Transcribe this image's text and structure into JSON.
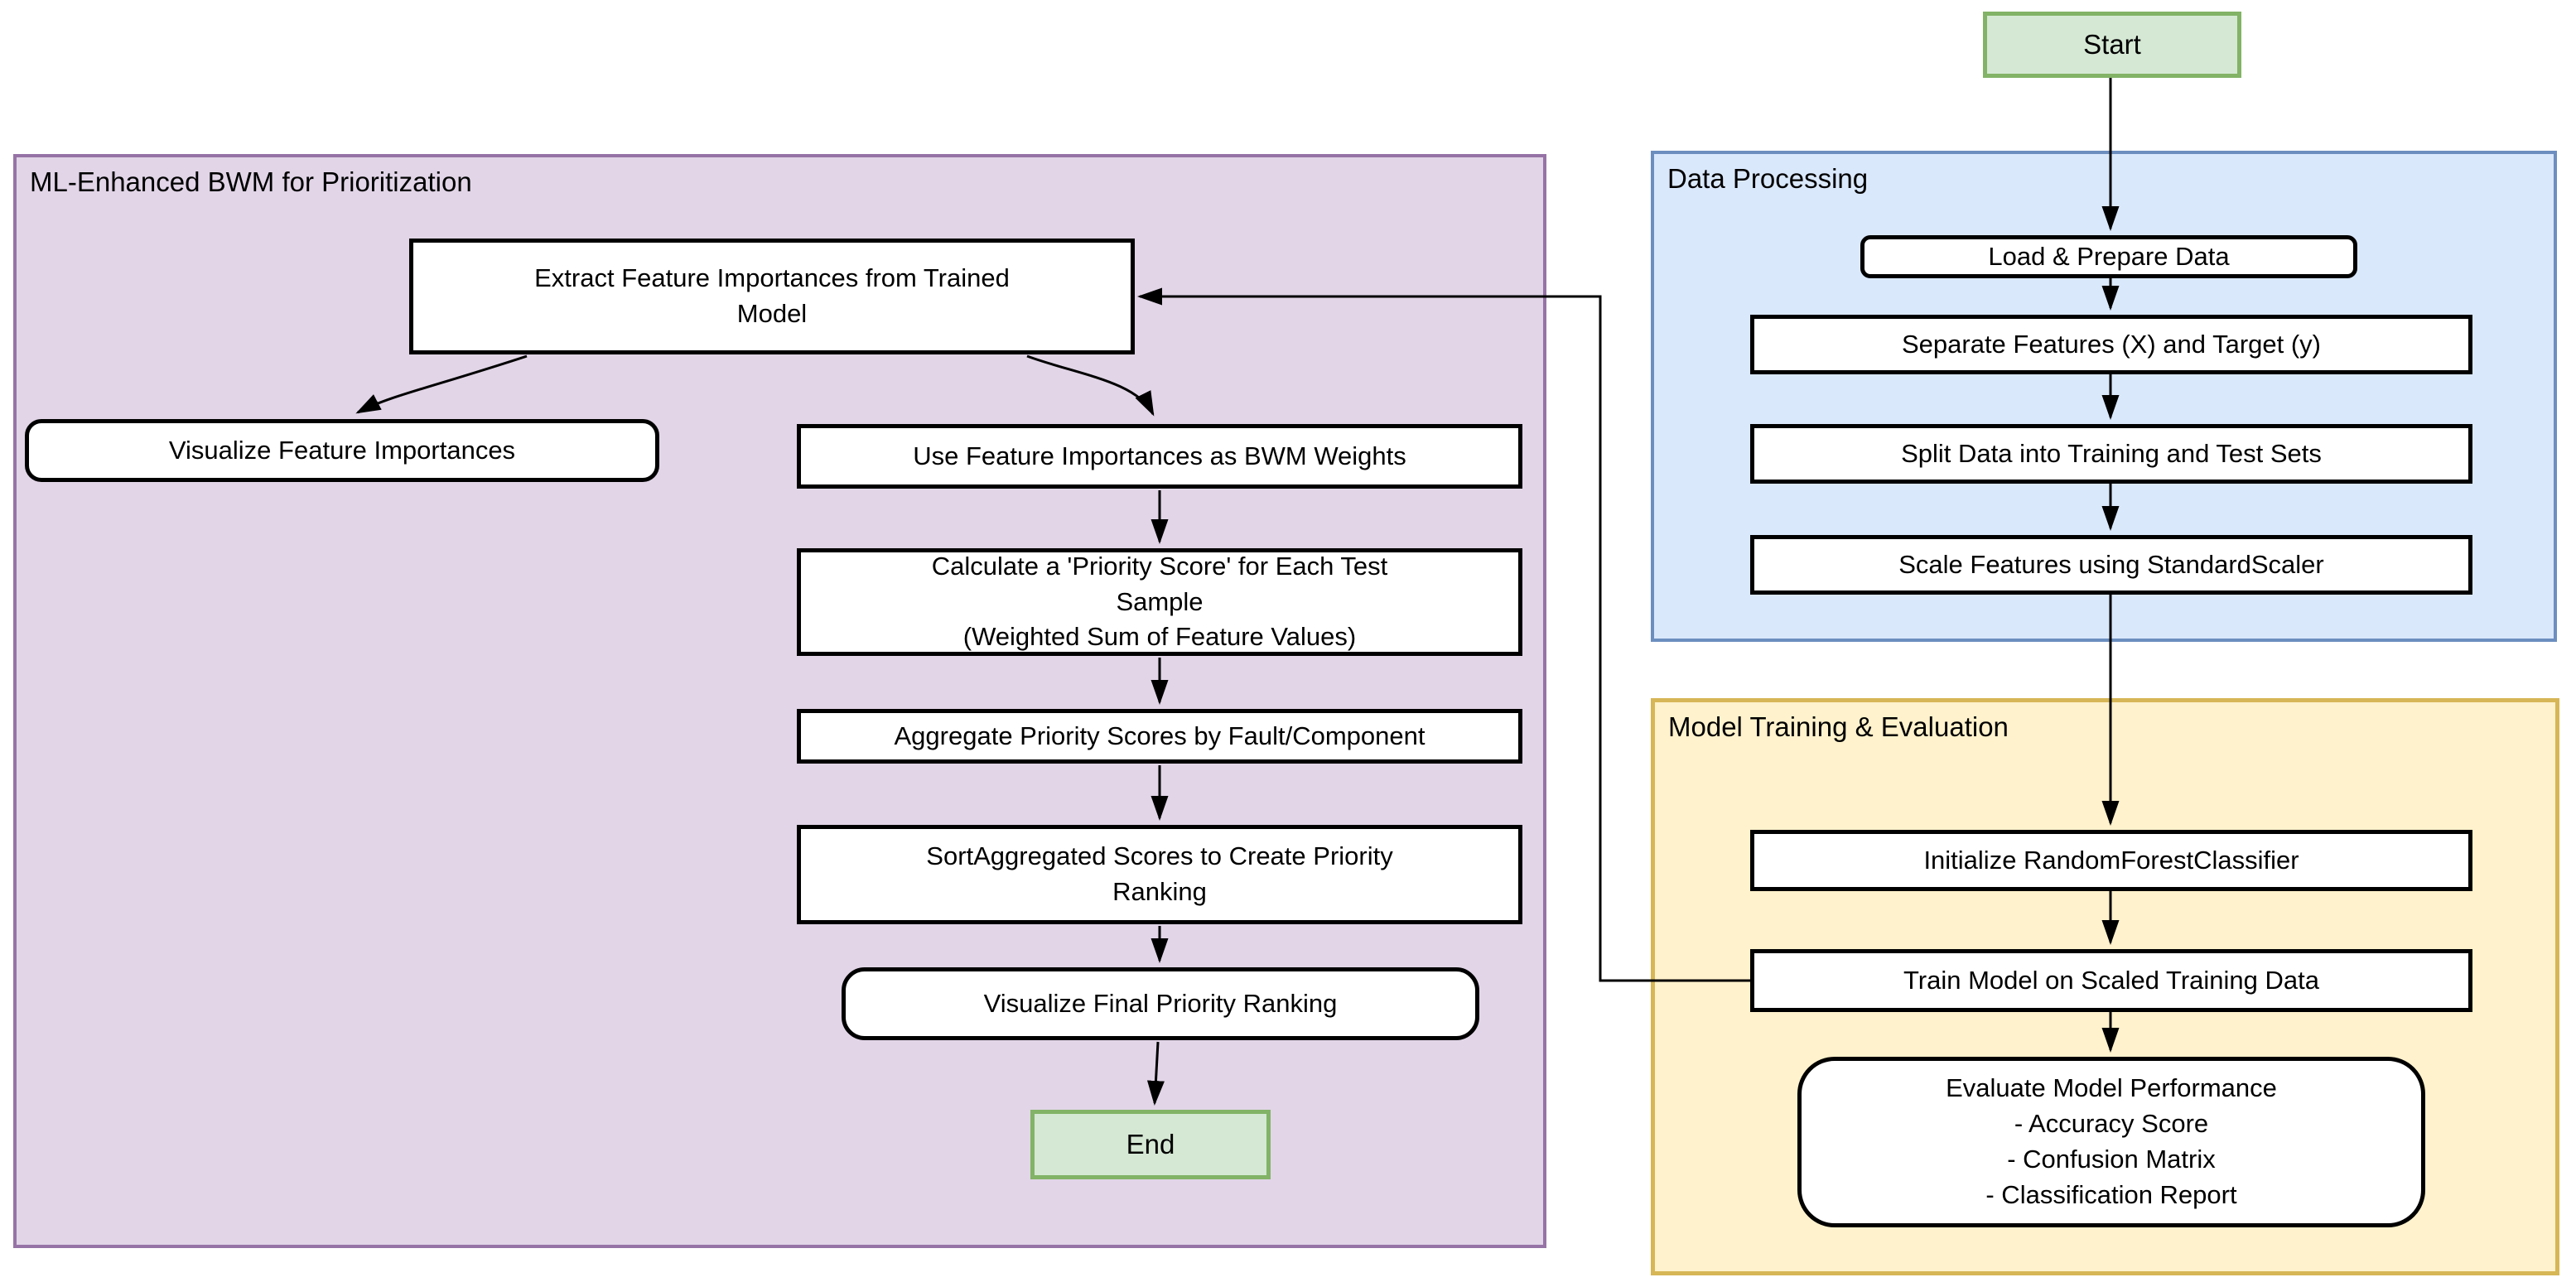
{
  "diagram": {
    "type": "flowchart",
    "containers": {
      "bwm": {
        "label": "ML-Enhanced BWM for Prioritization",
        "fill": "#E1D5E7",
        "border": "#9673A6"
      },
      "data_processing": {
        "label": "Data Processing",
        "fill": "#DAE8FC",
        "border": "#6C8EBF"
      },
      "model_training": {
        "label": "Model Training & Evaluation",
        "fill": "#FFF2CC",
        "border": "#D6B656"
      }
    },
    "nodes": {
      "start": {
        "label": "Start",
        "shape": "terminal",
        "fill": "#D5E8D4",
        "border": "#82B366"
      },
      "load": {
        "label": "Load & Prepare Data",
        "shape": "rounded-rect"
      },
      "separate": {
        "label": "Separate Features (X) and Target (y)",
        "shape": "rect"
      },
      "split": {
        "label": "Split Data into Training and Test Sets",
        "shape": "rect"
      },
      "scale": {
        "label": "Scale Features using StandardScaler",
        "shape": "rect"
      },
      "initialize": {
        "label": "Initialize RandomForestClassifier",
        "shape": "rect"
      },
      "train": {
        "label": "Train Model on Scaled Training Data",
        "shape": "rect"
      },
      "evaluate": {
        "label": "Evaluate Model Performance\n- Accuracy Score\n- Confusion Matrix\n- Classification Report",
        "shape": "rounded-rect"
      },
      "extract": {
        "label": "Extract Feature Importances from Trained\nModel",
        "shape": "rect"
      },
      "visualize_feature_importances": {
        "label": "Visualize Feature Importances",
        "shape": "rounded-rect"
      },
      "use_bwm_weights": {
        "label": "Use Feature Importances as BWM Weights",
        "shape": "rect"
      },
      "calculate_priority": {
        "label": "Calculate a 'Priority Score' for Each Test\nSample\n(Weighted Sum of Feature Values)",
        "shape": "rect"
      },
      "aggregate": {
        "label": "Aggregate Priority Scores by Fault/Component",
        "shape": "rect"
      },
      "sort": {
        "label": "SortAggregated Scores to Create Priority\nRanking",
        "shape": "rect"
      },
      "visualize_final": {
        "label": "Visualize Final Priority Ranking",
        "shape": "rounded-rect"
      },
      "end": {
        "label": "End",
        "shape": "terminal",
        "fill": "#D5E8D4",
        "border": "#82B366"
      }
    },
    "edges": [
      {
        "from": "start",
        "to": "load"
      },
      {
        "from": "load",
        "to": "separate"
      },
      {
        "from": "separate",
        "to": "split"
      },
      {
        "from": "split",
        "to": "scale"
      },
      {
        "from": "scale",
        "to": "initialize"
      },
      {
        "from": "initialize",
        "to": "train"
      },
      {
        "from": "train",
        "to": "evaluate"
      },
      {
        "from": "train",
        "to": "extract"
      },
      {
        "from": "extract",
        "to": "visualize_feature_importances"
      },
      {
        "from": "extract",
        "to": "use_bwm_weights"
      },
      {
        "from": "use_bwm_weights",
        "to": "calculate_priority"
      },
      {
        "from": "calculate_priority",
        "to": "aggregate"
      },
      {
        "from": "aggregate",
        "to": "sort"
      },
      {
        "from": "sort",
        "to": "visualize_final"
      },
      {
        "from": "visualize_final",
        "to": "end"
      }
    ],
    "colors": {
      "node_fill": "#FFFFFF",
      "node_border": "#000000",
      "arrow": "#000000",
      "text": "#000000"
    }
  }
}
